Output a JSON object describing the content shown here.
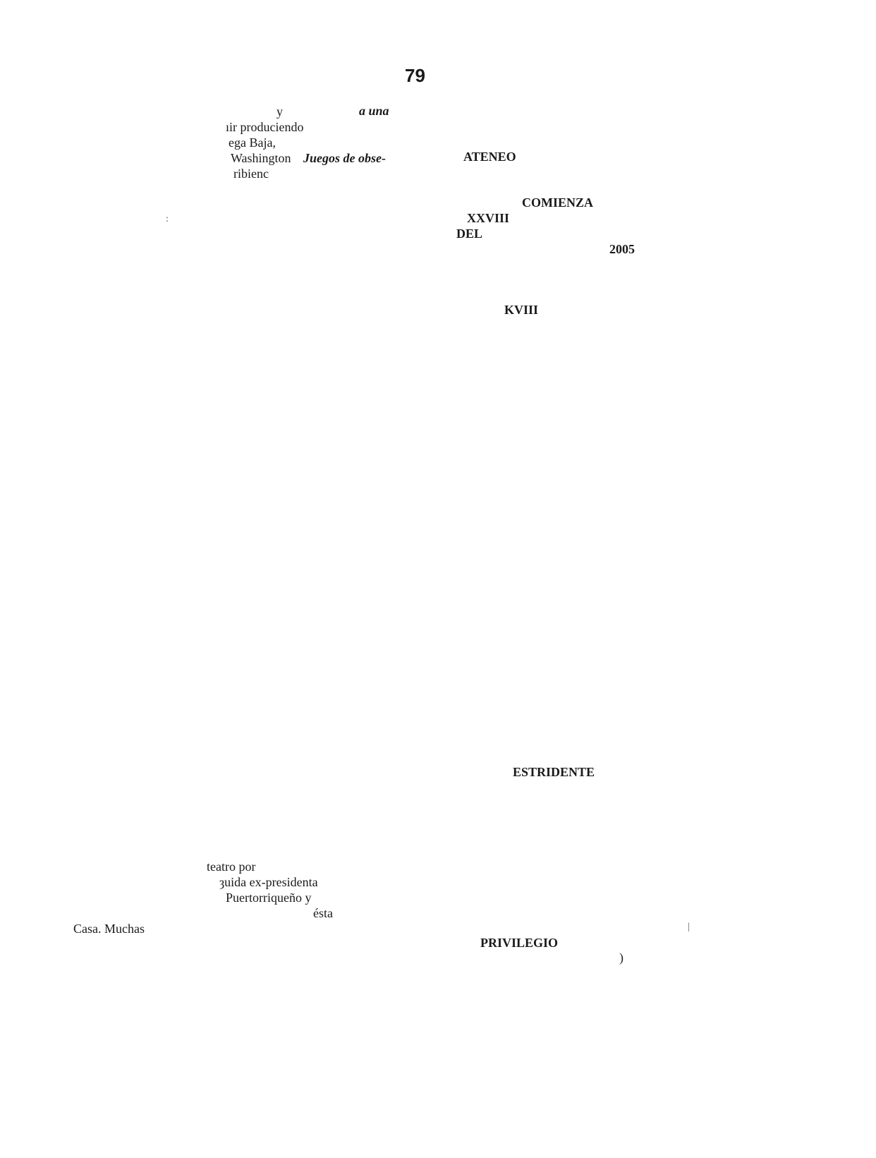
{
  "page_number": "79",
  "left_column": {
    "top_lines": [
      "y",
      "a una",
      "ıir  produciendo",
      "ega  Baja,",
      "Washington",
      "Juegos de obse-",
      "ribienc"
    ],
    "bottom_lines": [
      "teatro por",
      "ȝuida  ex-presidenta",
      "Puertorriqueño y",
      "ésta",
      "Casa. Muchas"
    ]
  },
  "right_column": {
    "headings": [
      "ATENEO",
      "COMIENZA",
      "XXVIII",
      "DEL",
      "2005",
      "ΚVIII",
      "ESTRIDENTE",
      "PRIVILEGIO"
    ]
  },
  "specks": [
    ":",
    "|",
    ")"
  ]
}
